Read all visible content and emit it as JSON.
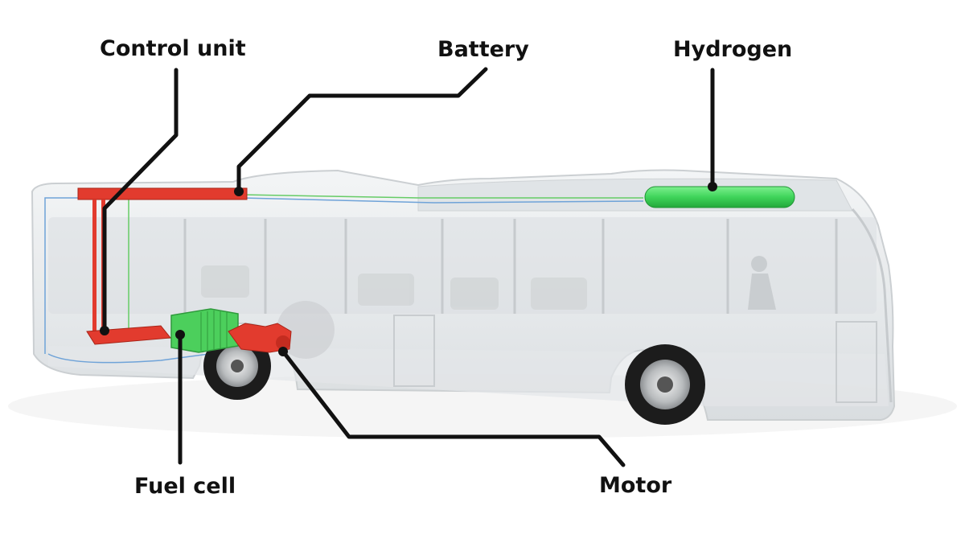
{
  "labels": {
    "control_unit": "Control unit",
    "battery": "Battery",
    "hydrogen": "Hydrogen",
    "fuel_cell": "Fuel cell",
    "motor": "Motor"
  },
  "colors": {
    "component_red": "#e23b2e",
    "hydrogen_green": "#3fd45a",
    "leader_line": "#111111",
    "body_glass": "#e9ecee"
  }
}
